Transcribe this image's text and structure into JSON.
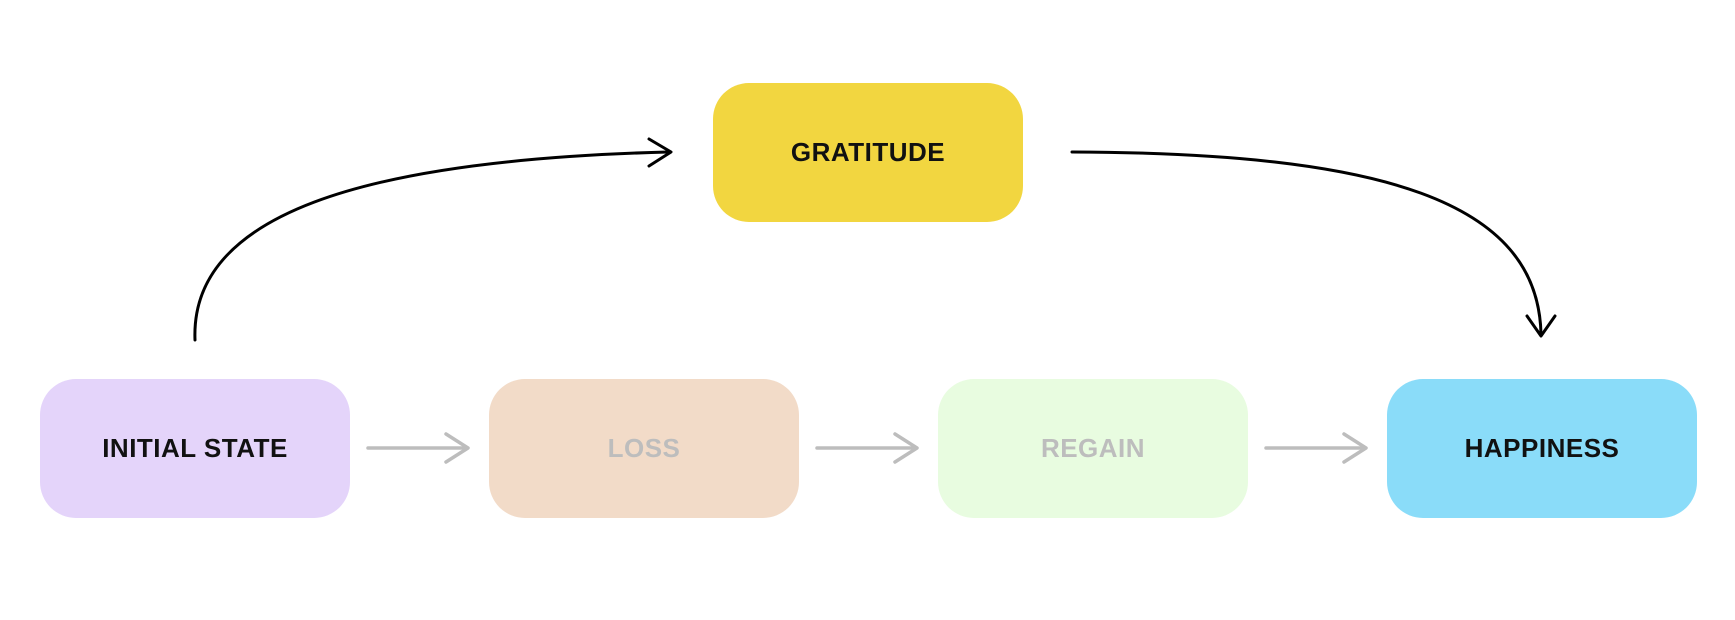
{
  "nodes": {
    "initial_state": {
      "label": "INITIAL STATE",
      "fill": "#E4D4FA",
      "text_color": "#111111"
    },
    "loss": {
      "label": "LOSS",
      "fill": "#F2DBC8",
      "text_color": "#BDBDBD"
    },
    "regain": {
      "label": "REGAIN",
      "fill": "#E8FCE0",
      "text_color": "#BDBDBD"
    },
    "happiness": {
      "label": "HAPPINESS",
      "fill": "#8ADCF9",
      "text_color": "#111111"
    },
    "gratitude": {
      "label": "GRATITUDE",
      "fill": "#F2D640",
      "text_color": "#111111"
    }
  },
  "edges": [
    {
      "from": "initial_state",
      "to": "loss",
      "style": "faded",
      "color": "#BDBDBD"
    },
    {
      "from": "loss",
      "to": "regain",
      "style": "faded",
      "color": "#BDBDBD"
    },
    {
      "from": "regain",
      "to": "happiness",
      "style": "faded",
      "color": "#BDBDBD"
    },
    {
      "from": "initial_state",
      "to": "gratitude",
      "style": "curved",
      "color": "#000000"
    },
    {
      "from": "gratitude",
      "to": "happiness",
      "style": "curved",
      "color": "#000000"
    }
  ]
}
